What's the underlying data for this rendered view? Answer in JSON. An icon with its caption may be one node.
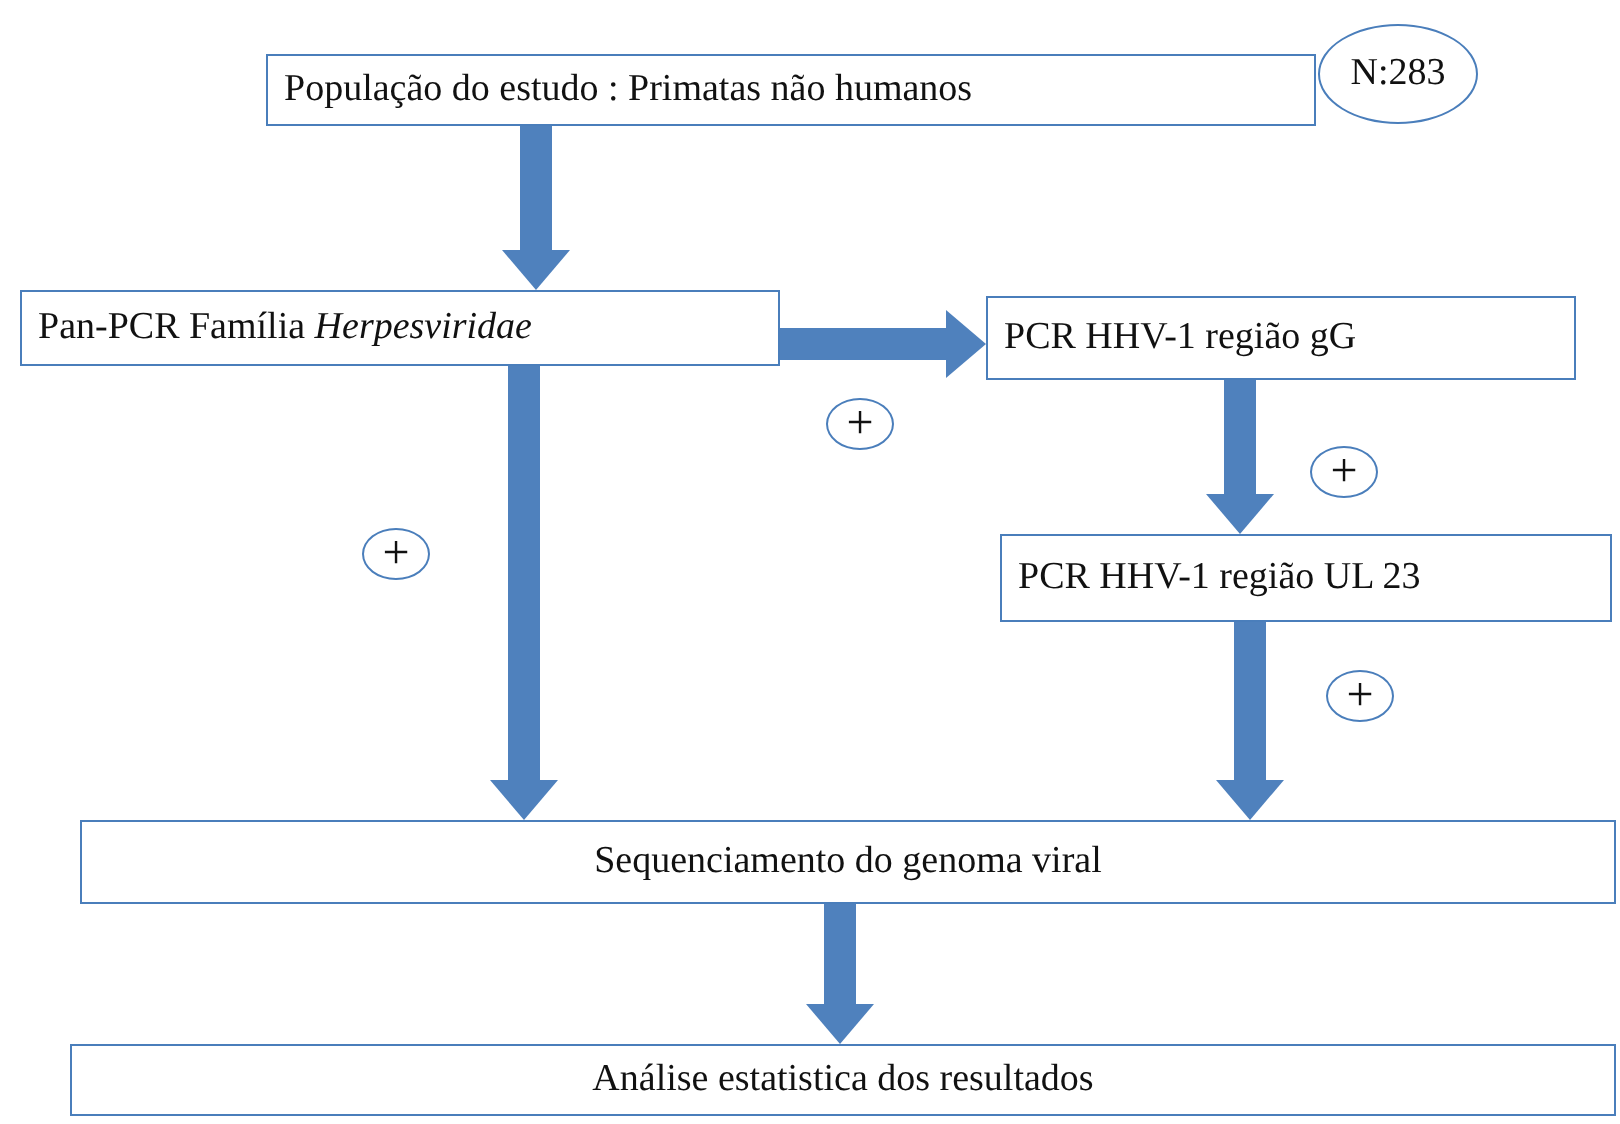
{
  "diagram": {
    "nodes": [
      {
        "text": [
          "População do estudo : Primatas não humanos"
        ]
      },
      {
        "text": [
          "N:283"
        ]
      },
      {
        "text": [
          "Pan-PCR Família *Herpesviridae*"
        ]
      },
      {
        "text": [
          "PCR HHV-1 região gG"
        ]
      },
      {
        "text": [
          "PCR HHV-1 região UL 23"
        ]
      },
      {
        "text": [
          "Sequenciamento do genoma viral"
        ]
      },
      {
        "text": [
          "Análise estatistica dos resultados"
        ]
      }
    ],
    "edges": [
      {
        "from": 0,
        "to": 2,
        "arrow": "to"
      },
      {
        "from": 2,
        "to": 3,
        "arrow": "to",
        "label": "+"
      },
      {
        "from": 3,
        "to": 4,
        "arrow": "to",
        "label": "+"
      },
      {
        "from": 2,
        "to": 5,
        "arrow": "to",
        "label": "+"
      },
      {
        "from": 4,
        "to": 5,
        "arrow": "to",
        "label": "+"
      },
      {
        "from": 5,
        "to": 6,
        "arrow": "to"
      }
    ]
  }
}
